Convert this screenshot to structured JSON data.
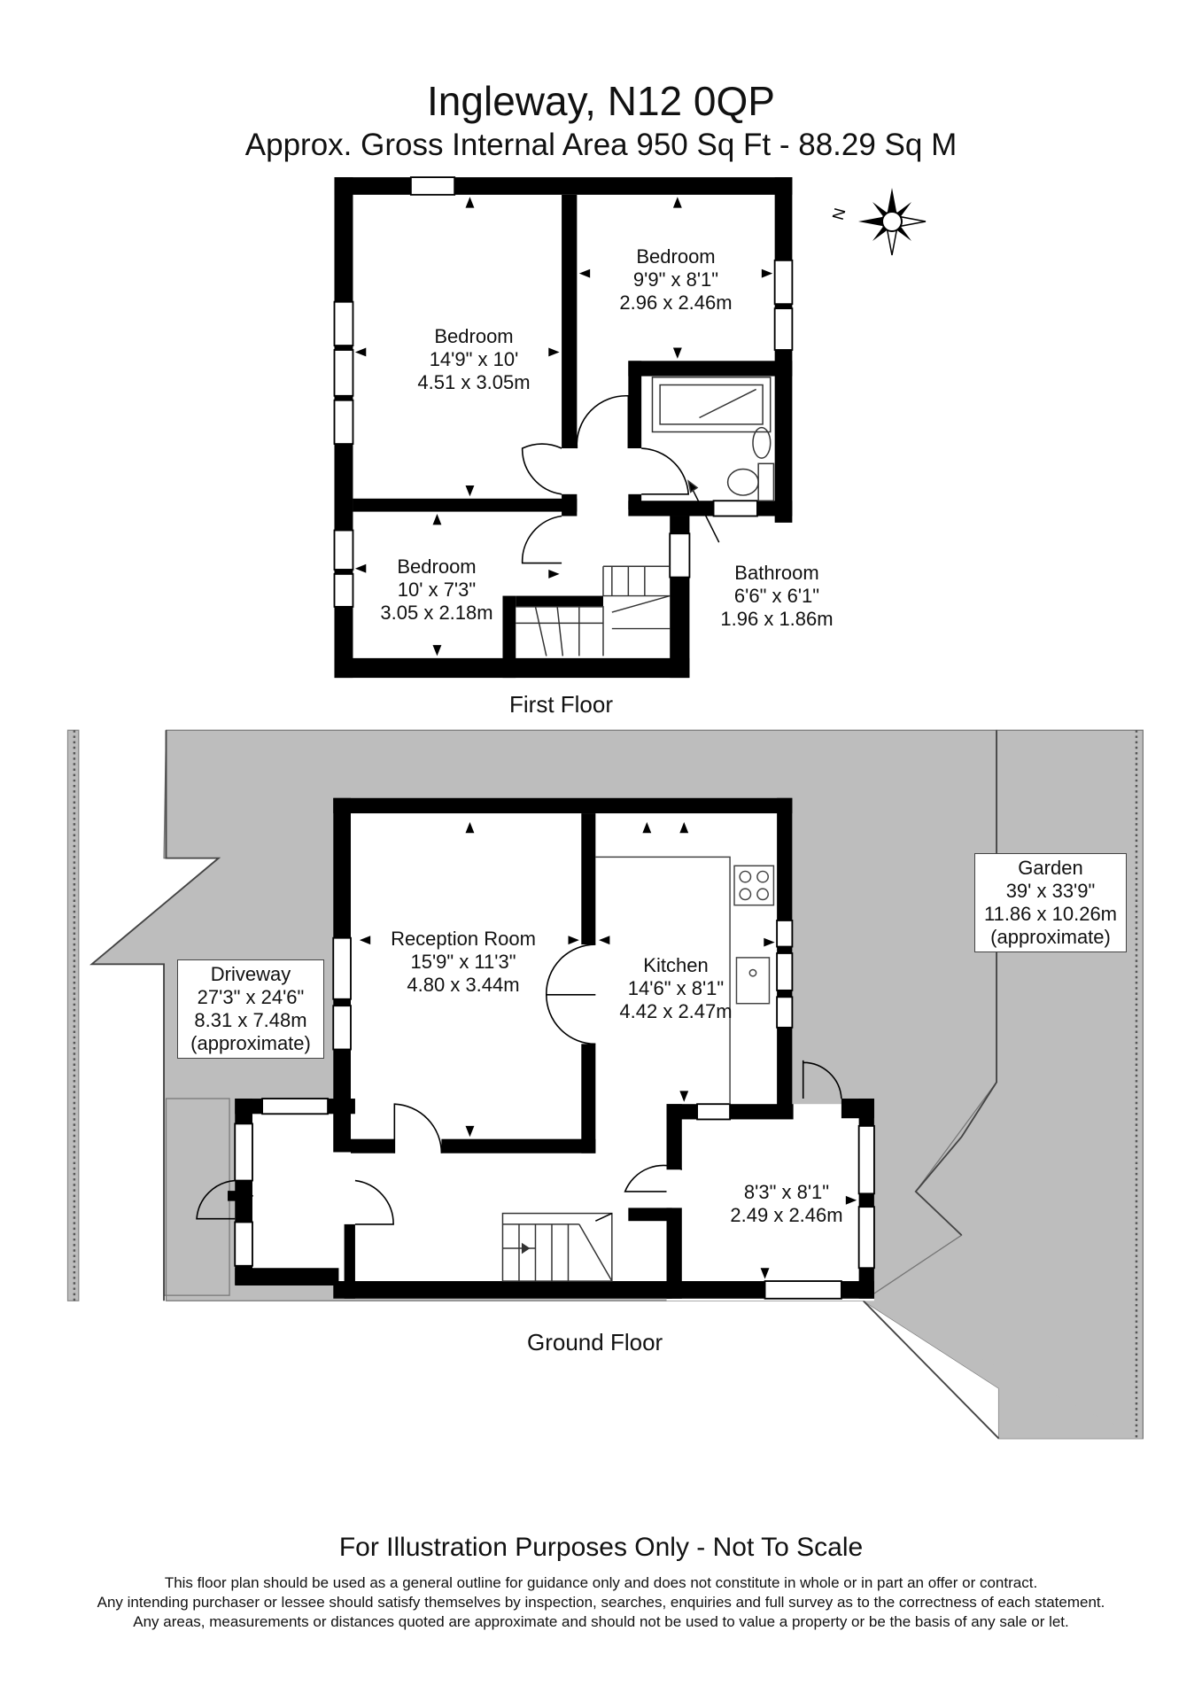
{
  "header": {
    "title": "Ingleway, N12 0QP",
    "subtitle": "Approx. Gross Internal Area   950 Sq Ft  -  88.29 Sq M"
  },
  "first_floor": {
    "label": "First Floor",
    "rooms": [
      {
        "name": "Bedroom",
        "imperial": "14'9\" x 10'",
        "metric": "4.51 x 3.05m"
      },
      {
        "name": "Bedroom",
        "imperial": "9'9\" x 8'1\"",
        "metric": "2.96 x 2.46m"
      },
      {
        "name": "Bedroom",
        "imperial": "10' x 7'3\"",
        "metric": "3.05 x 2.18m"
      },
      {
        "name": "Bathroom",
        "imperial": "6'6\" x 6'1\"",
        "metric": "1.96 x 1.86m"
      }
    ]
  },
  "ground_floor": {
    "label": "Ground Floor",
    "rooms": [
      {
        "name": "Reception Room",
        "imperial": "15'9\" x 11'3\"",
        "metric": "4.80 x 3.44m"
      },
      {
        "name": "Kitchen",
        "imperial": "14'6\" x 8'1\"",
        "metric": "4.42 x 2.47m"
      },
      {
        "name": "",
        "imperial": "8'3\" x 8'1\"",
        "metric": "2.49 x 2.46m"
      }
    ],
    "outdoor": [
      {
        "name": "Driveway",
        "imperial": "27'3\" x 24'6\"",
        "metric": "8.31 x 7.48m",
        "note": "(approximate)"
      },
      {
        "name": "Garden",
        "imperial": "39' x 33'9\"",
        "metric": "11.86 x 10.26m",
        "note": "(approximate)"
      }
    ]
  },
  "compass": {
    "label": "N"
  },
  "disclaimer": {
    "heading": "For Illustration Purposes Only - Not To Scale",
    "lines": [
      "This floor plan should be used as a general outline for guidance only and does not constitute in whole or in part an offer or contract.",
      "Any intending purchaser or lessee should satisfy themselves by inspection, searches, enquiries and full survey as to the correctness of each statement.",
      "Any areas, measurements or distances quoted are approximate and should not be used to value a property or be the basis of any sale or let."
    ]
  },
  "colors": {
    "wall": "#000000",
    "outdoor_fill": "#bdbdbd",
    "background": "#ffffff"
  }
}
